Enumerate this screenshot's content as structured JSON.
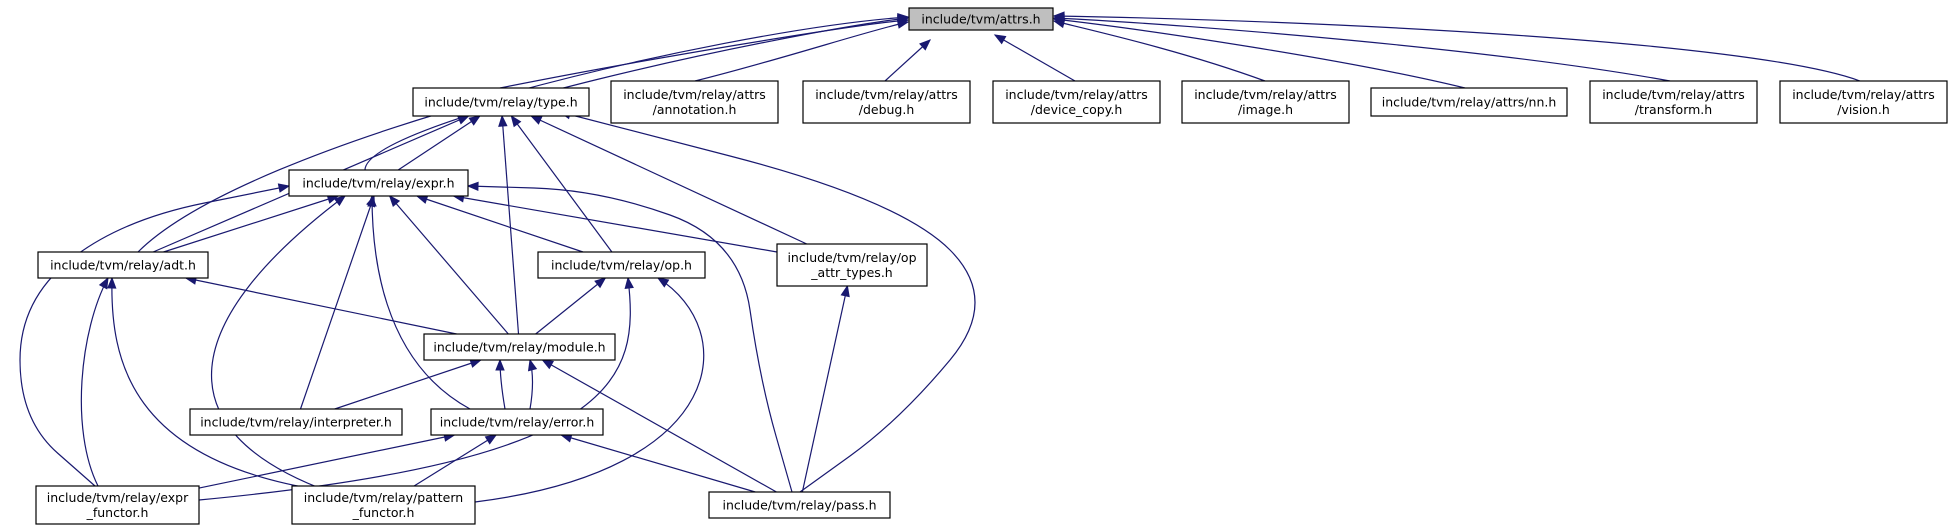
{
  "diagram": {
    "root": "attrs",
    "nodes": [
      {
        "id": "attrs",
        "lines": [
          "include/tvm/attrs.h"
        ],
        "root": true
      },
      {
        "id": "type",
        "lines": [
          "include/tvm/relay/type.h"
        ]
      },
      {
        "id": "annotation",
        "lines": [
          "include/tvm/relay/attrs",
          "/annotation.h"
        ]
      },
      {
        "id": "debug",
        "lines": [
          "include/tvm/relay/attrs",
          "/debug.h"
        ]
      },
      {
        "id": "device_copy",
        "lines": [
          "include/tvm/relay/attrs",
          "/device_copy.h"
        ]
      },
      {
        "id": "image",
        "lines": [
          "include/tvm/relay/attrs",
          "/image.h"
        ]
      },
      {
        "id": "nn",
        "lines": [
          "include/tvm/relay/attrs/nn.h"
        ]
      },
      {
        "id": "transform",
        "lines": [
          "include/tvm/relay/attrs",
          "/transform.h"
        ]
      },
      {
        "id": "vision",
        "lines": [
          "include/tvm/relay/attrs",
          "/vision.h"
        ]
      },
      {
        "id": "expr",
        "lines": [
          "include/tvm/relay/expr.h"
        ]
      },
      {
        "id": "adt",
        "lines": [
          "include/tvm/relay/adt.h"
        ]
      },
      {
        "id": "op",
        "lines": [
          "include/tvm/relay/op.h"
        ]
      },
      {
        "id": "op_attr_types",
        "lines": [
          "include/tvm/relay/op",
          "_attr_types.h"
        ]
      },
      {
        "id": "module",
        "lines": [
          "include/tvm/relay/module.h"
        ]
      },
      {
        "id": "interpreter",
        "lines": [
          "include/tvm/relay/interpreter.h"
        ]
      },
      {
        "id": "error",
        "lines": [
          "include/tvm/relay/error.h"
        ]
      },
      {
        "id": "expr_functor",
        "lines": [
          "include/tvm/relay/expr",
          "_functor.h"
        ]
      },
      {
        "id": "pattern_functor",
        "lines": [
          "include/tvm/relay/pattern",
          "_functor.h"
        ]
      },
      {
        "id": "pass",
        "lines": [
          "include/tvm/relay/pass.h"
        ]
      }
    ],
    "edges": [
      {
        "from": "attrs",
        "to": "type"
      },
      {
        "from": "attrs",
        "to": "expr"
      },
      {
        "from": "attrs",
        "to": "adt"
      },
      {
        "from": "attrs",
        "to": "annotation"
      },
      {
        "from": "attrs",
        "to": "debug"
      },
      {
        "from": "attrs",
        "to": "device_copy"
      },
      {
        "from": "attrs",
        "to": "image"
      },
      {
        "from": "attrs",
        "to": "nn"
      },
      {
        "from": "attrs",
        "to": "transform"
      },
      {
        "from": "attrs",
        "to": "vision"
      },
      {
        "from": "type",
        "to": "expr"
      },
      {
        "from": "type",
        "to": "adt"
      },
      {
        "from": "type",
        "to": "op"
      },
      {
        "from": "type",
        "to": "module"
      },
      {
        "from": "type",
        "to": "op_attr_types"
      },
      {
        "from": "type",
        "to": "pass"
      },
      {
        "from": "expr",
        "to": "adt"
      },
      {
        "from": "expr",
        "to": "op"
      },
      {
        "from": "expr",
        "to": "op_attr_types"
      },
      {
        "from": "expr",
        "to": "module"
      },
      {
        "from": "expr",
        "to": "interpreter"
      },
      {
        "from": "expr",
        "to": "error"
      },
      {
        "from": "expr",
        "to": "expr_functor"
      },
      {
        "from": "expr",
        "to": "pattern_functor"
      },
      {
        "from": "expr",
        "to": "pass"
      },
      {
        "from": "adt",
        "to": "module"
      },
      {
        "from": "adt",
        "to": "expr_functor"
      },
      {
        "from": "adt",
        "to": "pattern_functor"
      },
      {
        "from": "op",
        "to": "module"
      },
      {
        "from": "op",
        "to": "expr_functor"
      },
      {
        "from": "op",
        "to": "pattern_functor"
      },
      {
        "from": "op_attr_types",
        "to": "pass"
      },
      {
        "from": "module",
        "to": "interpreter"
      },
      {
        "from": "module",
        "to": "error"
      },
      {
        "from": "module",
        "to": "pass"
      },
      {
        "from": "error",
        "to": "module"
      },
      {
        "from": "error",
        "to": "expr_functor"
      },
      {
        "from": "error",
        "to": "pattern_functor"
      },
      {
        "from": "error",
        "to": "pass"
      }
    ]
  }
}
